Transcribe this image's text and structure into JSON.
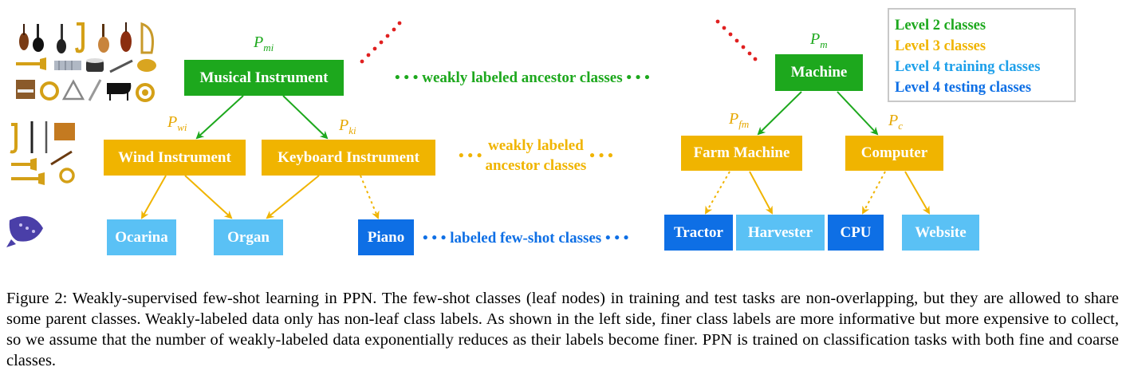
{
  "colors": {
    "level2": "#1da81d",
    "level3": "#f0b400",
    "level4_train": "#5ac1f5",
    "level4_test": "#0e6fe5",
    "ellipsis_red": "#e02020"
  },
  "nodes": {
    "musical_instrument": "Musical Instrument",
    "machine": "Machine",
    "wind_instrument": "Wind Instrument",
    "keyboard_instrument": "Keyboard Instrument",
    "farm_machine": "Farm Machine",
    "computer": "Computer",
    "ocarina": "Ocarina",
    "organ": "Organ",
    "piano": "Piano",
    "tractor": "Tractor",
    "harvester": "Harvester",
    "cpu": "CPU",
    "website": "Website"
  },
  "prototypes": {
    "p_mi": {
      "base": "P",
      "sub": "mi"
    },
    "p_wi": {
      "base": "P",
      "sub": "wi"
    },
    "p_ki": {
      "base": "P",
      "sub": "ki"
    },
    "p_m": {
      "base": "P",
      "sub": "m"
    },
    "p_fm": {
      "base": "P",
      "sub": "fm"
    },
    "p_c": {
      "base": "P",
      "sub": "c"
    }
  },
  "annotations": {
    "level2_ancestor": "weakly labeled ancestor classes",
    "level3_ancestor_line1": "weakly labeled",
    "level3_ancestor_line2": "ancestor classes",
    "fewshot": "labeled few-shot classes",
    "dots": "• • •"
  },
  "legend": {
    "level2": "Level 2 classes",
    "level3": "Level 3 classes",
    "level4_train": "Level 4 training classes",
    "level4_test": "Level 4 testing classes"
  },
  "caption": "Figure 2: Weakly-supervised few-shot learning in PPN. The few-shot classes (leaf nodes) in training and test tasks are non-overlapping, but they are allowed to share some parent classes. Weakly-labeled data only has non-leaf class labels. As shown in the left side, finer class labels are more informative but more expensive to collect, so we assume that the number of weakly-labeled data exponentially reduces as their labels become finer. PPN is trained on classification tasks with both fine and coarse classes."
}
